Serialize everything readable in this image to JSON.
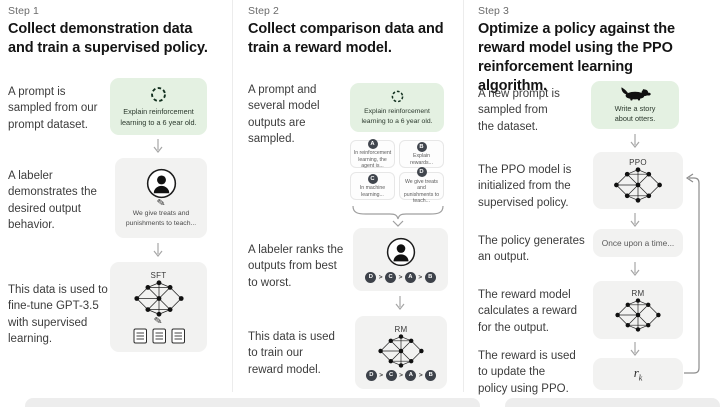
{
  "figure_name": "Reinforcement learning from human feedback diagram",
  "colors": {
    "prompt_box_bg": "#e4f1e2",
    "model_box_bg": "#f2f2f1",
    "letter_circle_bg": "#40454d",
    "arrow_gray": "#a6a6a6"
  },
  "icons": {
    "cycle_glyph": "cycle-icon",
    "person_glyph": "person-icon",
    "pencil_glyph": "✎",
    "documents_glyph": "documents-icon",
    "network_glyph": "neural-network-icon",
    "otter_glyph": "otter-icon"
  },
  "steps": [
    {
      "label": "Step 1",
      "heading": "Collect demonstration data\nand train a supervised policy.",
      "caption1": "A prompt is\nsampled from our\nprompt dataset.",
      "prompt_text": "Explain reinforcement\nlearning to a 6 year old.",
      "caption2": "A labeler\ndemonstrates the\ndesired output\nbehavior.",
      "labeler_note": "We give treats and\npunishments to teach...",
      "caption3": "This data is used to\nfine-tune GPT-3.5\nwith supervised\nlearning.",
      "model_label": "SFT"
    },
    {
      "label": "Step 2",
      "heading": "Collect comparison data and\ntrain a reward model.",
      "caption1": "A prompt and\nseveral model\noutputs are\nsampled.",
      "prompt_text": "Explain reinforcement\nlearning to a 6 year old.",
      "outputs": [
        {
          "letter": "A",
          "text": "In reinforcement learning, the agent is..."
        },
        {
          "letter": "B",
          "text": "Explain rewards..."
        },
        {
          "letter": "C",
          "text": "In machine learning..."
        },
        {
          "letter": "D",
          "text": "We give treats and punishments to teach..."
        }
      ],
      "caption2": "A labeler ranks the\noutputs from best\nto worst.",
      "ranking": [
        "D",
        "C",
        "A",
        "B"
      ],
      "rank_sep": ">",
      "caption3": "This data is used\nto train our\nreward model.",
      "model_label": "RM"
    },
    {
      "label": "Step 3",
      "heading": "Optimize a policy against the\nreward model using the PPO\nreinforcement learning algorithm.",
      "caption1": "A new prompt is\nsampled from\nthe dataset.",
      "prompt_text": "Write a story\nabout otters.",
      "caption2": "The PPO model is\ninitialized from the\nsupervised policy.",
      "ppo_label": "PPO",
      "caption3": "The policy generates\nan output.",
      "output_text": "Once upon a time...",
      "caption4": "The reward model\ncalculates a reward\nfor the output.",
      "rm_label": "RM",
      "caption5": "The reward is used\nto update the\npolicy using PPO.",
      "reward_symbol": "r",
      "reward_subscript": "k"
    }
  ]
}
